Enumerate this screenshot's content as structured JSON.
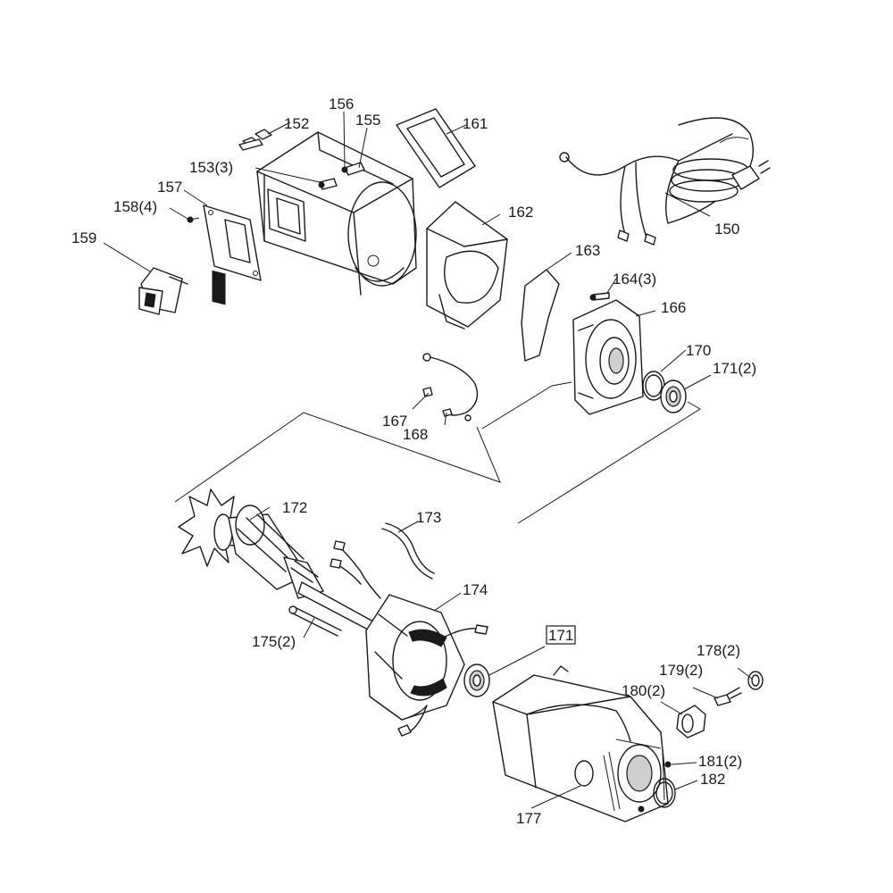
{
  "callouts": {
    "c150": "150",
    "c152": "152",
    "c153": "153(3)",
    "c155": "155",
    "c156": "156",
    "c157": "157",
    "c158": "158(4)",
    "c159": "159",
    "c161": "161",
    "c162": "162",
    "c163": "163",
    "c164": "164(3)",
    "c166": "166",
    "c167": "167",
    "c168": "168",
    "c170": "170",
    "c171a": "171(2)",
    "c171b": "171",
    "c172": "172",
    "c173": "173",
    "c174": "174",
    "c175": "175(2)",
    "c177": "177",
    "c178": "178(2)",
    "c179": "179(2)",
    "c180": "180(2)",
    "c181": "181(2)",
    "c182": "182"
  }
}
